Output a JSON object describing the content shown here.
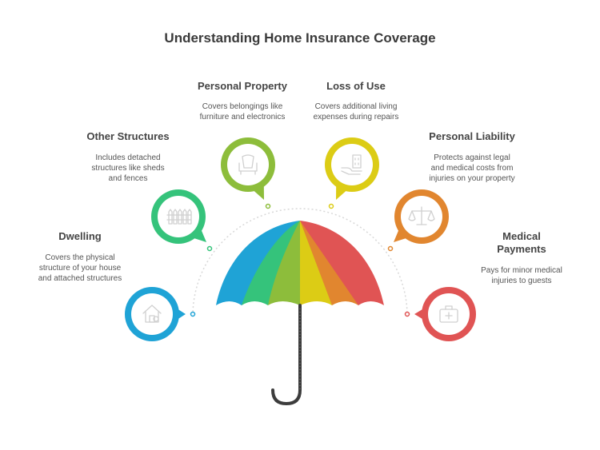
{
  "title": "Understanding Home Insurance Coverage",
  "colors": {
    "dwelling": "#1fa3d6",
    "other_structures": "#35c37b",
    "personal_property": "#8dbd3b",
    "loss_of_use": "#dccc15",
    "personal_liability": "#e1862f",
    "medical_payments": "#e05454",
    "handle": "#3c3c3c"
  },
  "items": [
    {
      "key": "dwelling",
      "label": "Dwelling",
      "description_lines": [
        "Covers the physical",
        "structure of your house",
        "and attached structures"
      ],
      "icon": "house-icon"
    },
    {
      "key": "other_structures",
      "label": "Other Structures",
      "description_lines": [
        "Includes detached",
        "structures like sheds",
        "and fences"
      ],
      "icon": "fence-icon"
    },
    {
      "key": "personal_property",
      "label": "Personal Property",
      "description_lines": [
        "Covers belongings like",
        "furniture and electronics"
      ],
      "icon": "sofa-icon"
    },
    {
      "key": "loss_of_use",
      "label": "Loss of Use",
      "description_lines": [
        "Covers additional living",
        "expenses during repairs"
      ],
      "icon": "hotel-icon"
    },
    {
      "key": "personal_liability",
      "label": "Personal Liability",
      "description_lines": [
        "Protects against legal",
        "and medical costs from",
        "injuries on your property"
      ],
      "icon": "scales-icon"
    },
    {
      "key": "medical_payments",
      "label_lines": [
        "Medical",
        "Payments"
      ],
      "description_lines": [
        "Pays for minor medical",
        "injuries to guests"
      ],
      "icon": "medical-kit-icon"
    }
  ]
}
